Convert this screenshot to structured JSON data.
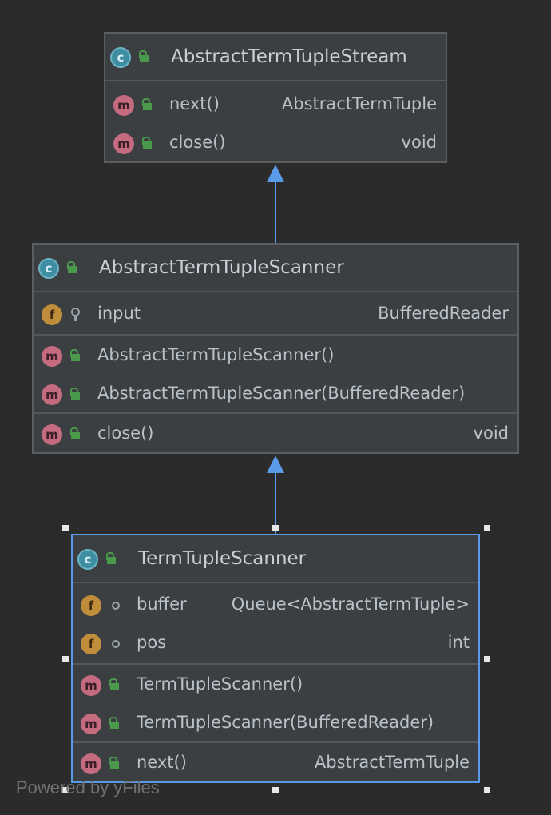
{
  "classes": {
    "stream": {
      "kind": "c",
      "name": "AbstractTermTupleStream",
      "methods": [
        {
          "kind": "m",
          "name": "next()",
          "type": "AbstractTermTuple"
        },
        {
          "kind": "m",
          "name": "close()",
          "type": "void"
        }
      ]
    },
    "scanner": {
      "kind": "c",
      "name": "AbstractTermTupleScanner",
      "fields": [
        {
          "kind": "f",
          "name": "input",
          "type": "BufferedReader"
        }
      ],
      "constructors": [
        {
          "kind": "m",
          "name": "AbstractTermTupleScanner()"
        },
        {
          "kind": "m",
          "name": "AbstractTermTupleScanner(BufferedReader)"
        }
      ],
      "methods": [
        {
          "kind": "m",
          "name": "close()",
          "type": "void"
        }
      ]
    },
    "term_scanner": {
      "kind": "c",
      "name": "TermTupleScanner",
      "fields": [
        {
          "kind": "f",
          "name": "buffer",
          "type": "Queue<AbstractTermTuple>"
        },
        {
          "kind": "f",
          "name": "pos",
          "type": "int"
        }
      ],
      "constructors": [
        {
          "kind": "m",
          "name": "TermTupleScanner()"
        },
        {
          "kind": "m",
          "name": "TermTupleScanner(BufferedReader)"
        }
      ],
      "methods": [
        {
          "kind": "m",
          "name": "next()",
          "type": "AbstractTermTuple"
        }
      ]
    }
  },
  "watermark": "Powered by yFiles",
  "colors": {
    "background": "#2b2b2b",
    "node_fill": "#3c3f41",
    "node_border": "#5b5e60",
    "selection": "#5a9be9",
    "edge": "#5a9be9"
  }
}
